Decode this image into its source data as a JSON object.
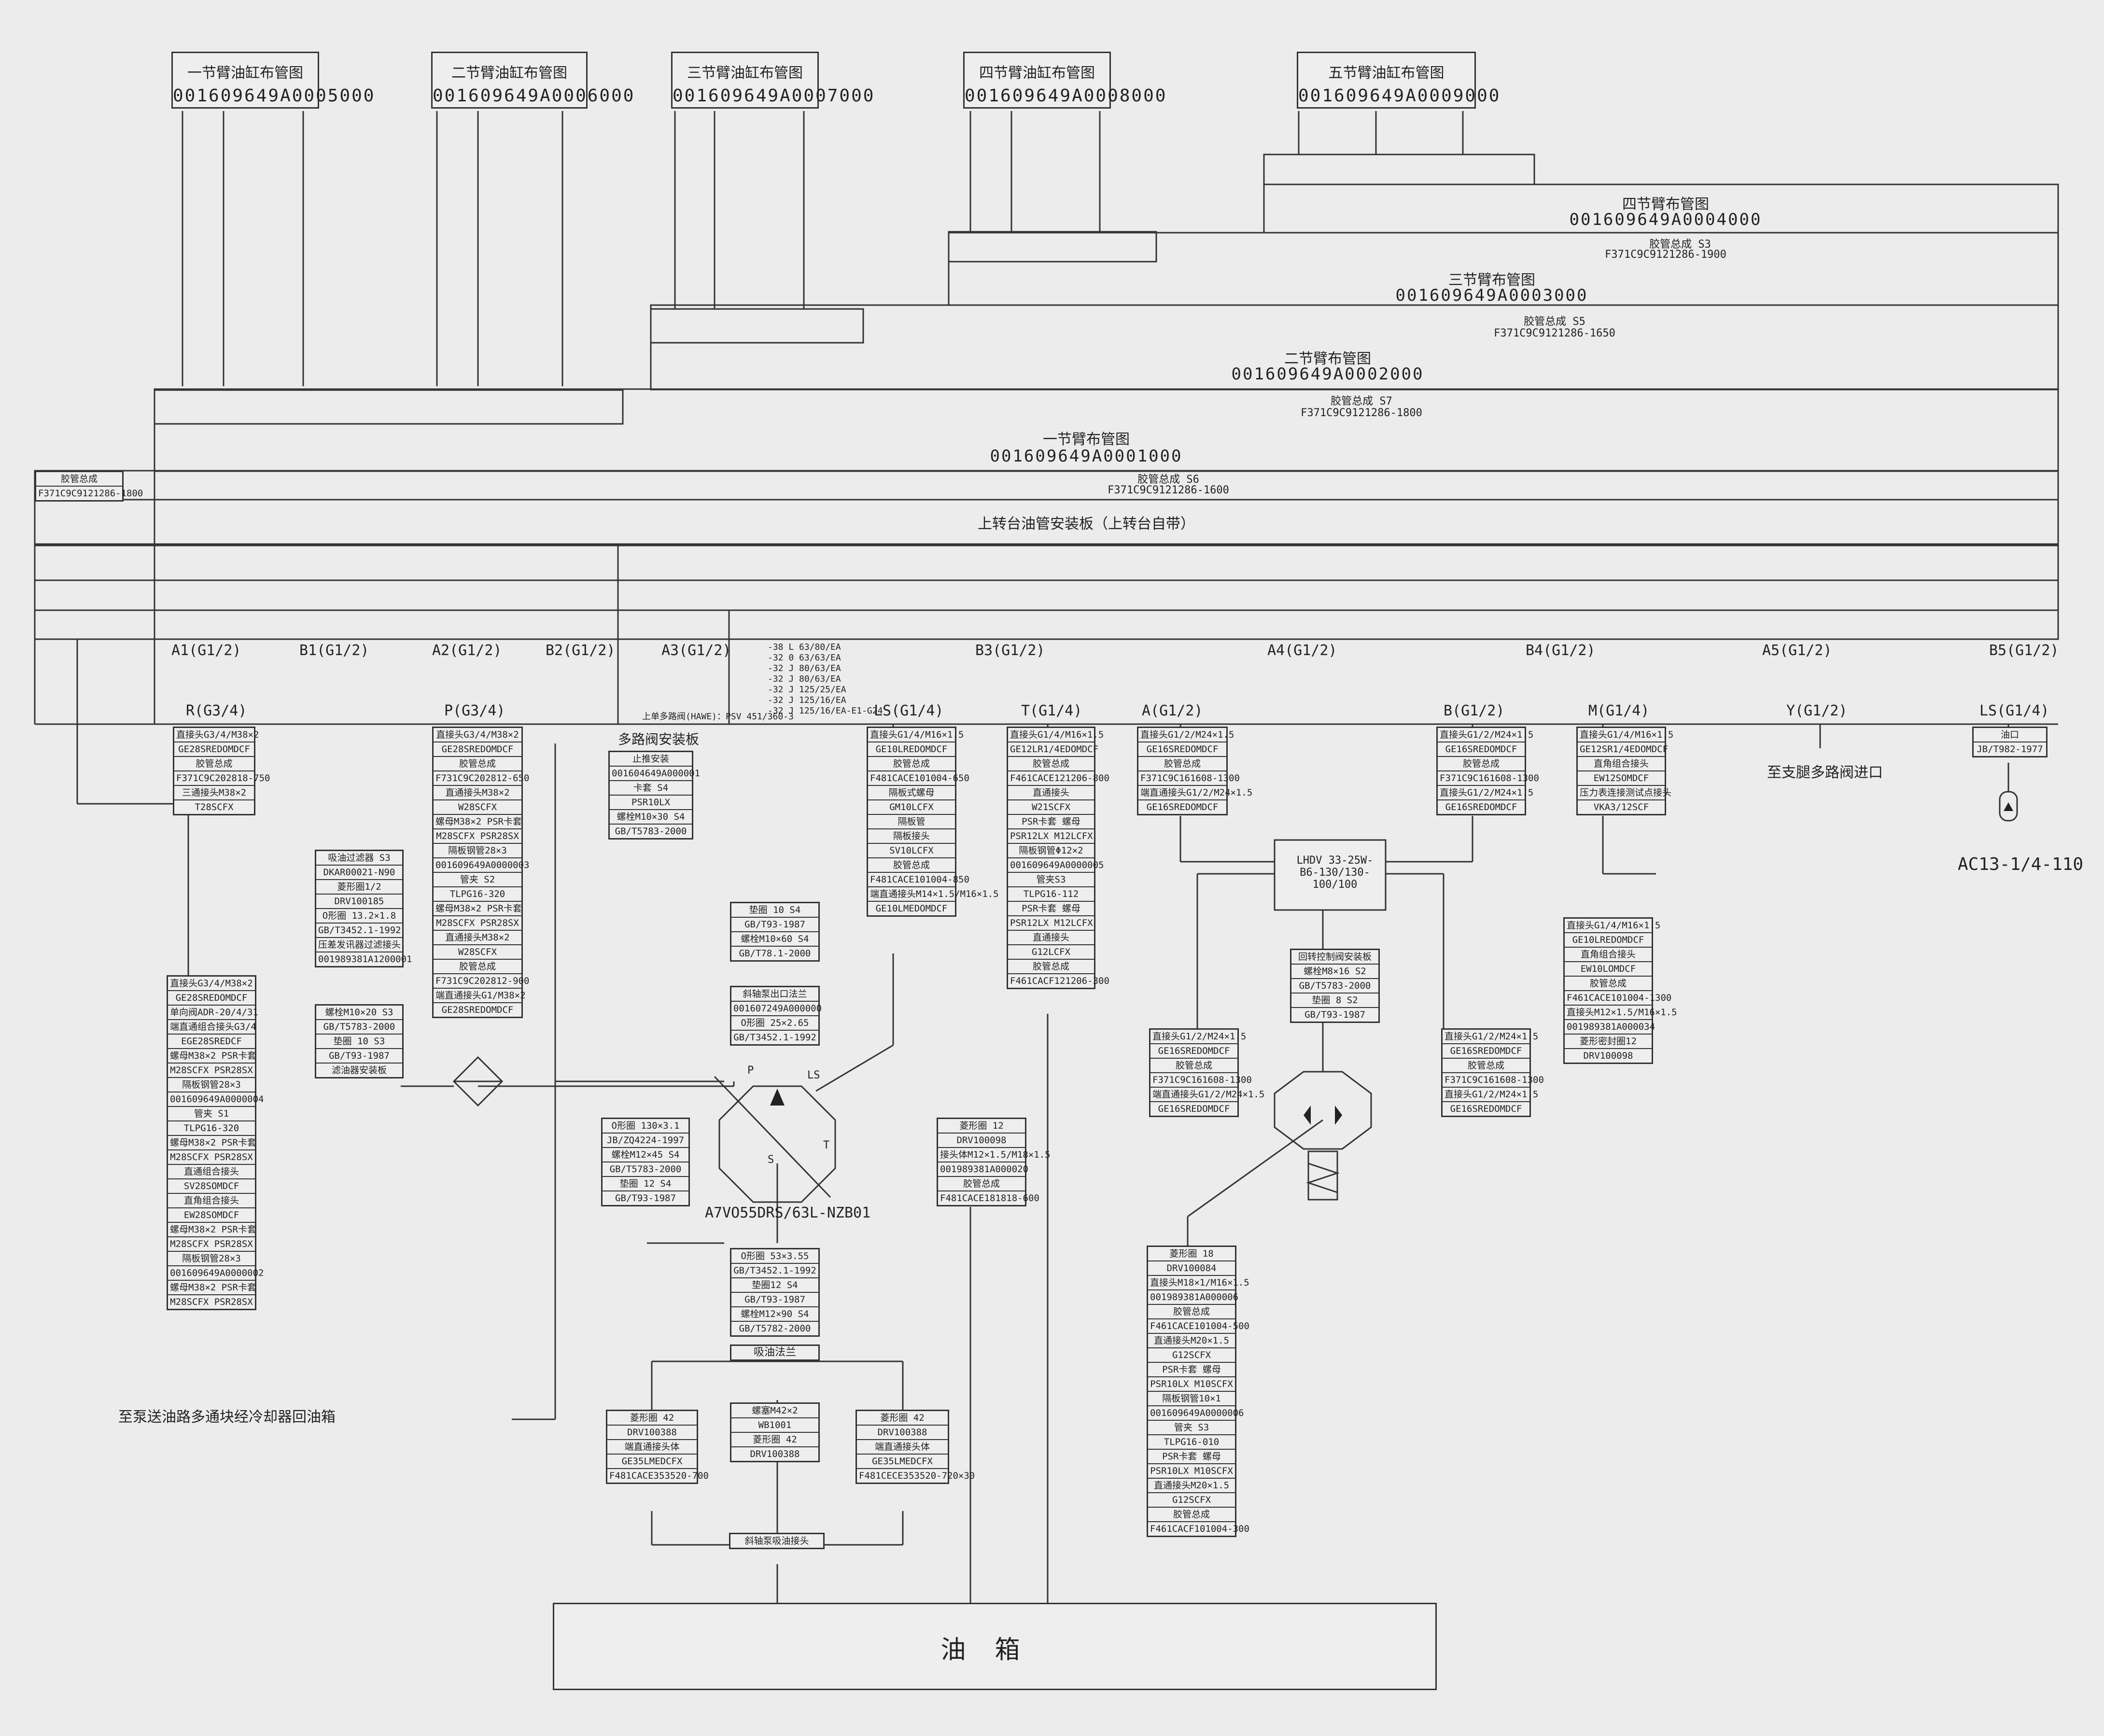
{
  "section_boxes": [
    {
      "title": "一节臂油缸布管图",
      "code": "001609649A0005000"
    },
    {
      "title": "二节臂油缸布管图",
      "code": "001609649A0006000"
    },
    {
      "title": "三节臂油缸布管图",
      "code": "001609649A0007000"
    },
    {
      "title": "四节臂油缸布管图",
      "code": "001609649A0008000"
    },
    {
      "title": "五节臂油缸布管图",
      "code": "001609649A0009000"
    }
  ],
  "bands": {
    "four": {
      "title": "四节臂布管图",
      "code": "001609649A0004000",
      "note": "胶管总成 S3",
      "part": "F371C9C9121286-1900"
    },
    "three": {
      "title": "三节臂布管图",
      "code": "001609649A0003000",
      "note": "胶管总成 S5",
      "part": "F371C9C9121286-1650"
    },
    "two": {
      "title": "二节臂布管图",
      "code": "001609649A0002000",
      "note": "胶管总成 S7",
      "part": "F371C9C9121286-1800"
    },
    "one": {
      "title": "一节臂布管图",
      "code": "001609649A0001000",
      "note": "胶管总成 S6",
      "part": "F371C9C9121286-1600"
    },
    "plate": {
      "title": "上转台油管安装板（上转台自带）"
    }
  },
  "ports": {
    "row1": [
      "A1(G1/2)",
      "B1(G1/2)",
      "A2(G1/2)",
      "B2(G1/2)",
      "A3(G1/2)",
      "B3(G1/2)",
      "A4(G1/2)",
      "B4(G1/2)",
      "A5(G1/2)",
      "B5(G1/2)"
    ],
    "row2": [
      "R(G3/4)",
      "P(G3/4)",
      "LS(G1/4)",
      "T(G1/4)",
      "A(G1/2)",
      "B(G1/2)",
      "M(G1/4)",
      "Y(G1/2)",
      "LS(G1/4)"
    ]
  },
  "labels": {
    "pump": "A7VO55DRS/63L-NZB01",
    "lhdv": "LHDV 33-25W-B6-130/130-100/100",
    "ac": "AC13-1/4-110",
    "to_leg": "至支腿多路阀进口",
    "to_pump": "至泵送油路多通块经冷却器回油箱",
    "tank": "油箱",
    "valve_plate": "多路阀安装板",
    "suction": "吸油法兰",
    "pump_p": "P",
    "pump_ls": "LS",
    "pump_s": "S",
    "pump_t": "T"
  },
  "stacks": {
    "r_col": [
      "直接头G3/4/M38×2",
      "GE28SREDOMDCF",
      "胶管总成",
      "F371C9C202818-750",
      "三通接头M38×2",
      "T28SCFX"
    ],
    "p_col": [
      "直接头G3/4/M38×2",
      "GE28SREDOMDCF",
      "胶管总成",
      "F731C9C202812-650",
      "直通接头M38×2",
      "W28SCFX",
      "螺母M38×2 PSR卡套",
      "M28SCFX PSR28SX",
      "隔板钢管28×3",
      "001609649A0000003",
      "管夹 S2",
      "TLPG16-320",
      "螺母M38×2 PSR卡套",
      "M28SCFX PSR28SX",
      "直通接头M38×2",
      "W28SCFX",
      "胶管总成",
      "F731C9C202812-900",
      "端直通接头G1/M38×2",
      "GE28SREDOMDCF"
    ],
    "left_col": [
      "直接头G3/4/M38×2",
      "GE28SREDOMDCF",
      "单向阀ADR-20/4/31",
      "端直通组合接头G3/4",
      "EGE28SREDCF",
      "螺母M38×2 PSR卡套",
      "M28SCFX PSR28SX",
      "隔板钢管28×3",
      "001609649A0000004",
      "管夹 S1",
      "TLPG16-320",
      "螺母M38×2 PSR卡套",
      "M28SCFX PSR28SX",
      "直通组合接头",
      "SV28SOMDCF",
      "直角组合接头",
      "EW28SOMDCF",
      "螺母M38×2 PSR卡套",
      "M28SCFX PSR28SX",
      "隔板钢管28×3",
      "001609649A0000002",
      "螺母M38×2 PSR卡套",
      "M28SCFX PSR28SX"
    ],
    "ls_col": [
      "直接头G1/4/M16×1.5",
      "GE10LREDOMDCF",
      "胶管总成",
      "F481CACE101004-650",
      "隔板式螺母",
      "GM10LCFX",
      "隔板管",
      "隔板接头",
      "SV10LCFX",
      "胶管总成",
      "F481CACE101004-850",
      "端直通接头M14×1.5/M16×1.5",
      "GE10LMEDOMDCF"
    ],
    "t_col": [
      "直接头G1/4/M16×1.5",
      "GE12LR1/4EDOMDCF",
      "胶管总成",
      "F461CACE121206-800",
      "直通接头",
      "W21SCFX",
      "PSR卡套 螺母",
      "PSR12LX M12LCFX",
      "隔板钢管Φ12×2",
      "001609649A0000005",
      "管夹S3",
      "TLPG16-112",
      "PSR卡套 螺母",
      "PSR12LX M12LCFX",
      "直通接头",
      "G12LCFX",
      "胶管总成",
      "F461CACF121206-300"
    ],
    "b_bottom": [
      "直接头G1/2/M24×1.5",
      "GE16SREDOMDCF",
      "胶管总成",
      "F371C9C161608-1300",
      "直接头G1/2/M24×1.5",
      "GE16SREDOMDCF"
    ],
    "a_bottom": [
      "直接头G1/2/M24×1.5",
      "GE16SREDOMDCF",
      "胶管总成",
      "F371C9C161608-1300",
      "端直通接头G1/2/M24×1.5",
      "GE16SREDOMDCF"
    ],
    "m_col": [
      "直接头G1/4/M16×1.5",
      "GE12SR1/4EDOMDCF",
      "直角组合接头",
      "EW12SOMDCF",
      "压力表连接测试点接头",
      "VKA3/12SCF"
    ],
    "m_lower": [
      "直接头G1/4/M16×1.5",
      "GE10LREDOMDCF",
      "直角组合接头",
      "EW10LOMDCF",
      "胶管总成",
      "F461CACE101004-1300",
      "直接头M12×1.5/M16×1.5",
      "001989381A000034",
      "菱形密封圈12",
      "DRV100098"
    ],
    "bottom_mid": [
      "菱形圈 18",
      "DRV100084",
      "直接头M18×1/M16×1.5",
      "001989381A000006",
      "胶管总成",
      "F461CACE101004-500",
      "直通接头M20×1.5",
      "G12SCFX",
      "PSR卡套 螺母",
      "PSR10LX M10SCFX",
      "隔板钢管10×1",
      "001609649A0000006",
      "管夹 S3",
      "TLPG16-010",
      "PSR卡套 螺母",
      "PSR10LX M10SCFX",
      "直通接头M20×1.5",
      "G12SCFX",
      "胶管总成",
      "F461CACF101004-300"
    ],
    "pump_side": [
      "菱形圈 12",
      "DRV100098",
      "接头体M12×1.5/M18×1.5",
      "001989381A000020",
      "胶管总成",
      "F481CACE181818-600"
    ],
    "valve_sub": [
      "止推安装",
      "001604649A000001",
      "卡套 S4",
      "PSR10LX",
      "螺栓M10×30 S4",
      "GB/T5783-2000"
    ],
    "suction_col": [
      "O形圈 53×3.55",
      "GB/T3452.1-1992",
      "垫圈12 S4",
      "GB/T93-1987",
      "螺栓M12×90 S4",
      "GB/T5782-2000"
    ]
  },
  "misc": {
    "filter": [
      "吸油过滤器 S3",
      "DKAR00021-N90",
      "菱形圈1/2",
      "DRV100185",
      "O形圈 13.2×1.8",
      "GB/T3452.1-1992",
      "压差发讯器过滤接头",
      "001989381A1200001"
    ],
    "bolt": [
      "螺栓M10×20 S3",
      "GB/T5783-2000",
      "垫圈 10 S3",
      "GB/T93-1987",
      "滤油器安装板"
    ],
    "pump_left": [
      "O形圈 130×3.1",
      "JB/ZQ4224-1997",
      "螺栓M12×45 S4",
      "GB/T5783-2000",
      "垫圈 12 S4",
      "GB/T93-1987"
    ],
    "pump_top": [
      "垫圈 10 S4",
      "GB/T93-1987",
      "螺栓M10×60 S4",
      "GB/T78.1-2000"
    ],
    "pump_flange": [
      "斜轴泵出口法兰",
      "001607249A000000",
      "O形圈 25×2.65",
      "GB/T3452.1-1992"
    ],
    "lhdv_sub": [
      "回转控制阀安装板",
      "螺栓M8×16 S2",
      "GB/T5783-2000",
      "垫圈 8 S2",
      "GB/T93-1987"
    ],
    "pipe_s4": [
      "胶管总成",
      "F371C9C9121286-1800"
    ],
    "relief_ls": [
      "油口",
      "JB/T982-1977"
    ],
    "bottom_left": [
      "菱形圈 42",
      "DRV100388",
      "端直通接头体",
      "GE35LMEDCFX",
      "F481CACE353520-700"
    ],
    "bottom_right": [
      "菱形圈 42",
      "DRV100388",
      "端直通接头体",
      "GE35LMEDCFX",
      "F481CECE353520-720×30"
    ],
    "bottom_center": [
      "螺塞M42×2",
      "WB1001",
      "菱形圈 42",
      "DRV100388"
    ],
    "tank_conn": "斜轴泵吸油接头",
    "hawe": "上单多路阀(HAWE)：PSV 451/360-3",
    "hawe_list": [
      "-38 L 63/80/EA",
      "-32 0 63/63/EA",
      "-32 J 80/63/EA",
      "-32 J 80/63/EA",
      "-32 J 125/25/EA",
      "-32 J 125/16/EA",
      "-32 J 125/16/EA-E1-G24"
    ]
  }
}
